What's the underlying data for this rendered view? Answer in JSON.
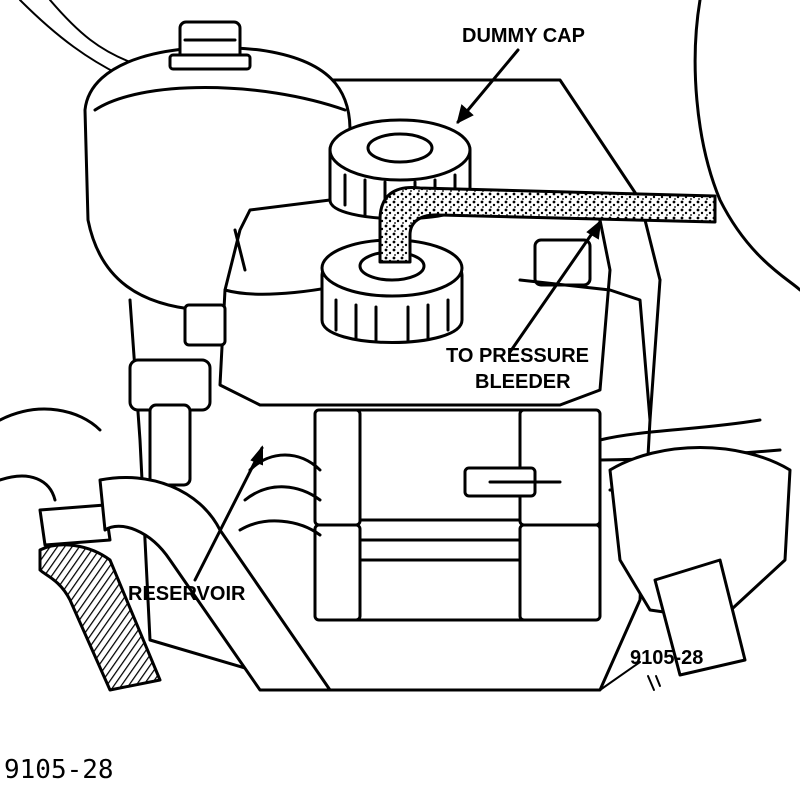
{
  "labels": {
    "dummy_cap": "DUMMY CAP",
    "to_pressure_line1": "TO PRESSURE",
    "to_pressure_line2": "BLEEDER",
    "reservoir": "RESERVOIR",
    "figure_tag": "9105-28",
    "figure_number": "9105-28"
  }
}
